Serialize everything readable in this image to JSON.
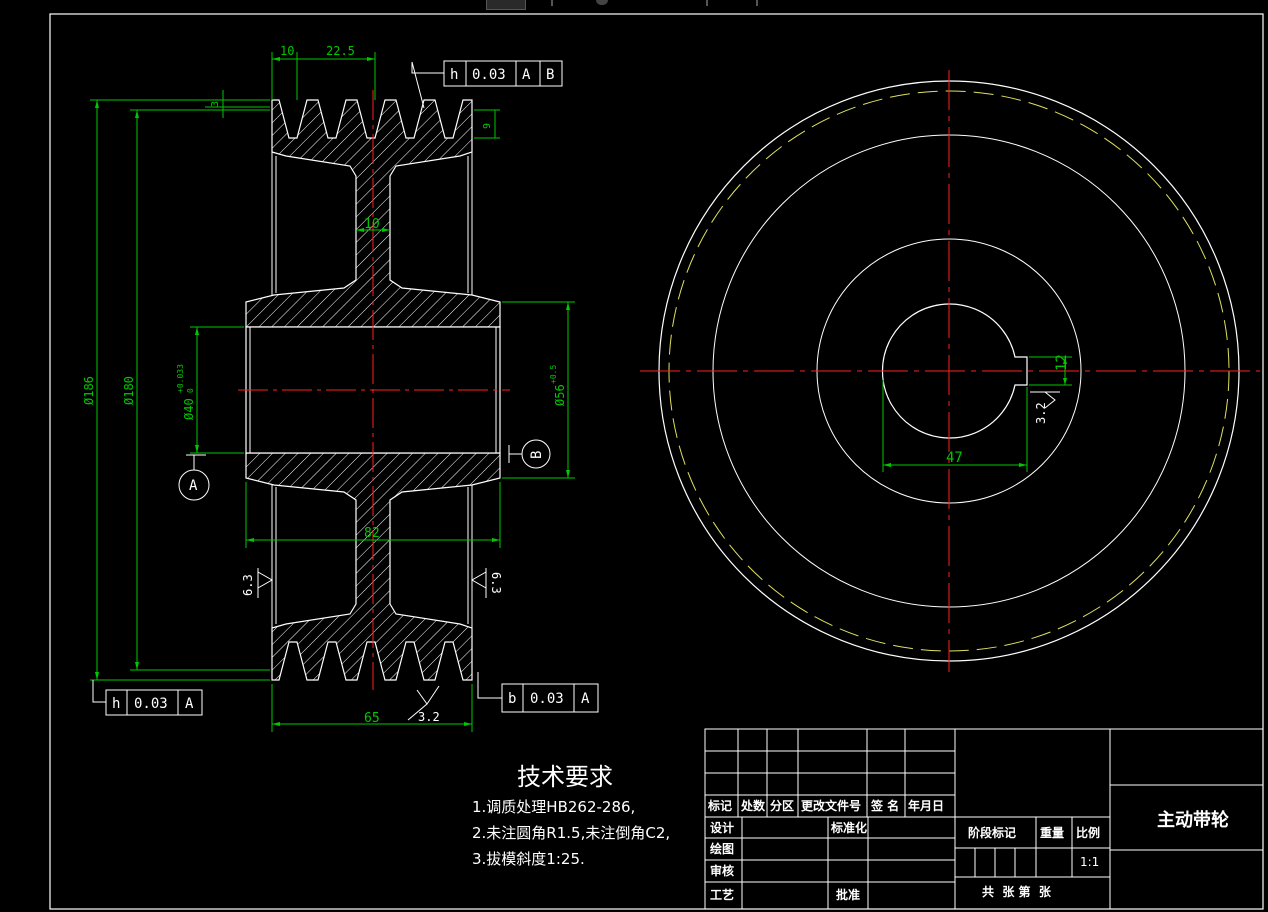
{
  "colors": {
    "outline": "#ffffff",
    "dimension": "#00c800",
    "centerline": "#ff2020",
    "hidden": "#e0e060",
    "background": "#000000"
  },
  "section_view": {
    "dims": {
      "width_10": "10",
      "width_22_5": "22.5",
      "groove_3": "3",
      "groove_9": "9",
      "web_10": "10",
      "hub_82": "82",
      "total_65": "65",
      "dia_186": "Ø186",
      "dia_180": "Ø180",
      "dia_bore": "Ø40",
      "dia_bore_tol": "+0.033",
      "dia_bore_tol_low": "0",
      "dia_hub": "Ø56",
      "dia_hub_tol": "+0.5",
      "rough_left": "6.3",
      "rough_right": "6.3",
      "rough_bottom": "3.2"
    },
    "gdt_top": [
      "h",
      "0.03",
      "A",
      "B"
    ],
    "gdt_bottom_left": [
      "h",
      "0.03",
      "A"
    ],
    "gdt_bottom_right": [
      "b",
      "0.03",
      "A"
    ],
    "datum_a": "A",
    "datum_b": "B"
  },
  "end_view": {
    "keyway_height": "12",
    "keyway_width": "47",
    "rough": "3.2"
  },
  "tech_req": {
    "title": "技术要求",
    "items": [
      "1.调质处理HB262-286,",
      "2.未注圆角R1.5,未注倒角C2,",
      "3.拔模斜度1:25."
    ]
  },
  "title_block": {
    "row_labels": [
      "标记",
      "处数",
      "分区",
      "更改文件号",
      "签 名",
      "年月日"
    ],
    "design": "设计",
    "standardize": "标准化",
    "draw": "绘图",
    "review": "审核",
    "process": "工艺",
    "approve": "批准",
    "stage_mark": "阶段标记",
    "weight": "重量",
    "scale_label": "比例",
    "scale_value": "1:1",
    "sheet_text": "共  张 第  张",
    "part_name": "主动带轮"
  }
}
